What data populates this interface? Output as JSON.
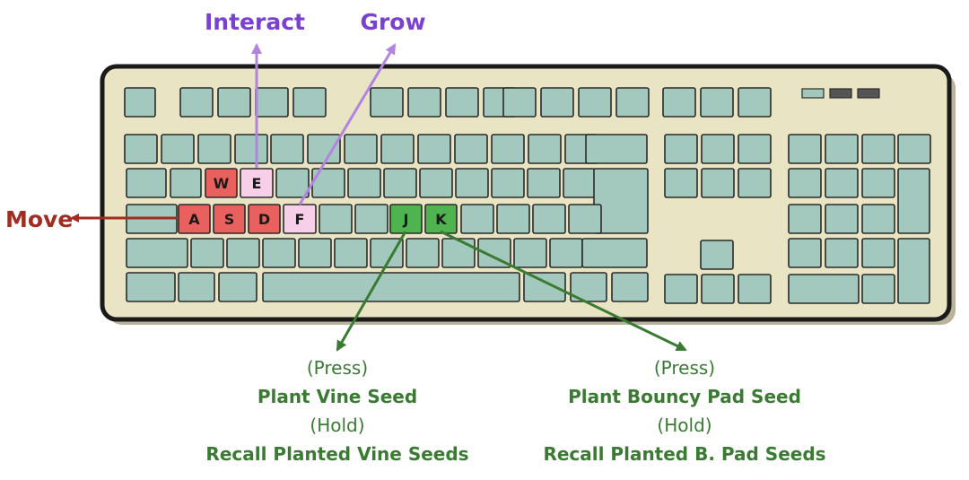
{
  "colors": {
    "keyboard_body": "#e8e4c4",
    "keyboard_border": "#1a1a1a",
    "key_default": "#a3c9be",
    "key_move": "#e8615e",
    "key_interact_grow": "#f7cfe9",
    "key_plant": "#4fb34f",
    "move_color": "#a12d22",
    "interact_grow_color": "#7a40cf",
    "arrow_purple": "#b383e0",
    "plant_color": "#3a7a33"
  },
  "labels": {
    "interact": "Interact",
    "grow": "Grow",
    "move": "Move"
  },
  "keys": {
    "w": "W",
    "e": "E",
    "a": "A",
    "s": "S",
    "d": "D",
    "f": "F",
    "j": "J",
    "k": "K"
  },
  "vine": {
    "press": "(Press)",
    "plant": "Plant Vine Seed",
    "hold": "(Hold)",
    "recall": "Recall Planted Vine Seeds"
  },
  "bouncy": {
    "press": "(Press)",
    "plant": "Plant Bouncy Pad Seed",
    "hold": "(Hold)",
    "recall": "Recall Planted B. Pad Seeds"
  }
}
